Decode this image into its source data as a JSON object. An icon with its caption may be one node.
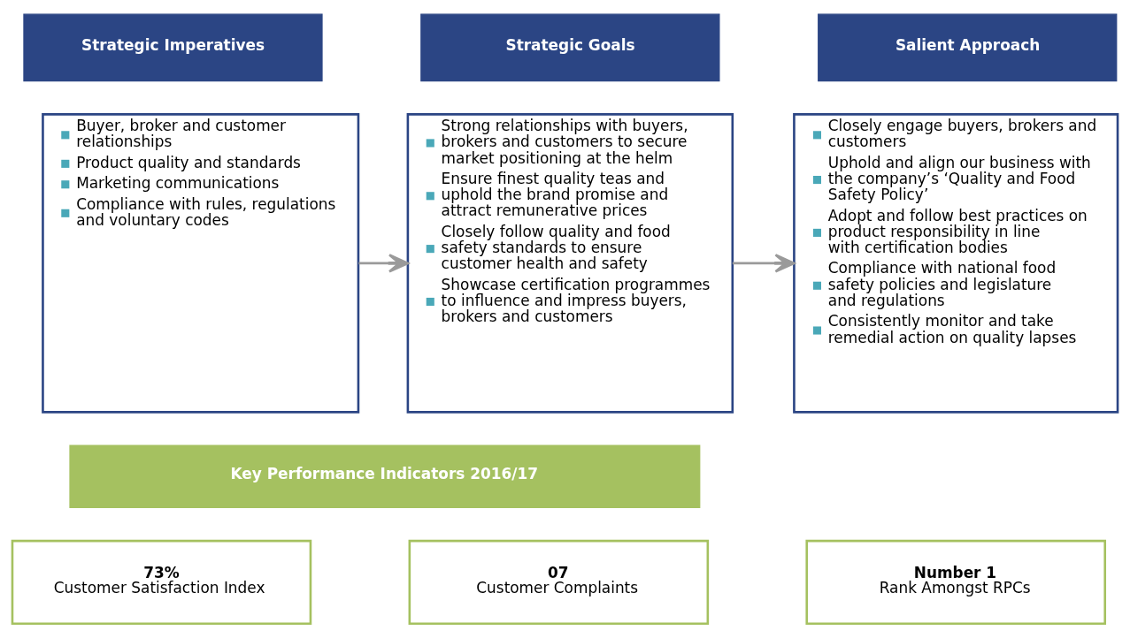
{
  "diagram": {
    "nodes": [
      {
        "text": [
          "Strategic Imperatives"
        ]
      },
      {
        "text": [
          "Strategic Goals"
        ]
      },
      {
        "text": [
          "Salient Approach"
        ]
      },
      {
        "text": [
          "Buyer, broker and customer relationships",
          "Product quality and standards",
          "Marketing communications",
          "Compliance with rules, regulations and voluntary codes"
        ]
      },
      {
        "text": [
          "Strong relationships with buyers, brokers and customers to secure market positioning at the helm",
          "Ensure finest quality teas and uphold the brand promise and attract remunerative prices",
          "Closely follow quality and food safety standards to ensure customer health and safety",
          "Showcase certification programmes to influence and impress buyers, brokers and customers"
        ]
      },
      {
        "text": [
          "Closely engage buyers, brokers and customers",
          "Uphold and align our business with the company’s ‘Quality and Food Safety Policy’",
          "Adopt and follow best practices on product responsibility in line with certification bodies",
          "Compliance with national food safety policies and legislature and regulations",
          "Consistently monitor and take remedial action on quality lapses"
        ]
      },
      {
        "text": [
          "Key Performance Indicators 2016/17"
        ]
      },
      {
        "text": [
          "73%",
          "Customer Satisfaction Index"
        ]
      },
      {
        "text": [
          "07",
          "Customer Complaints"
        ]
      },
      {
        "text": [
          "Number 1",
          "Rank Amongst RPCs"
        ]
      }
    ],
    "edges": [
      {
        "from": 3,
        "to": 4,
        "arrow": "to"
      },
      {
        "from": 4,
        "to": 5,
        "arrow": "to"
      }
    ]
  }
}
